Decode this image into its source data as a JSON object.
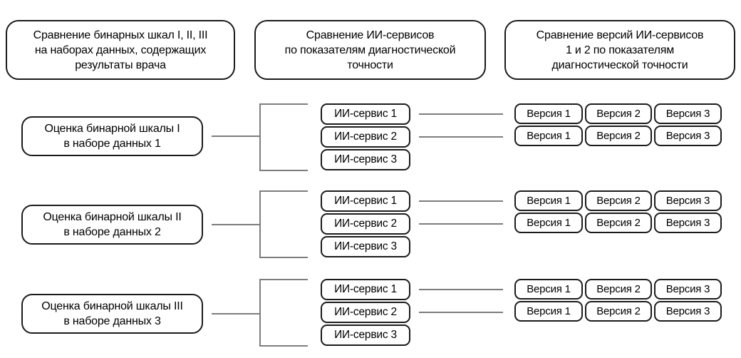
{
  "diagram": {
    "colors": {
      "background": "#ffffff",
      "box_border": "#1b1b1b",
      "connector_line": "#7d7d7d",
      "text": "#000000"
    },
    "headers": [
      {
        "lines": [
          "Сравнение бинарных шкал I, II, III",
          "на наборах данных, содержащих",
          "результаты врача"
        ]
      },
      {
        "lines": [
          "Сравнение ИИ-сервисов",
          "по показателям диагностической",
          "точности"
        ]
      },
      {
        "lines": [
          "Сравнение версий ИИ-сервисов",
          "1 и 2 по показателям",
          "диагностической точности"
        ]
      }
    ],
    "groups": [
      {
        "scale_box": {
          "lines": [
            "Оценка бинарной шкалы I",
            "в наборе данных 1"
          ]
        },
        "services": [
          "ИИ-сервис 1",
          "ИИ-сервис 2",
          "ИИ-сервис 3"
        ],
        "version_rows": [
          [
            "Версия 1",
            "Версия 2",
            "Версия 3"
          ],
          [
            "Версия 1",
            "Версия 2",
            "Версия 3"
          ]
        ]
      },
      {
        "scale_box": {
          "lines": [
            "Оценка бинарной шкалы II",
            "в наборе данных 2"
          ]
        },
        "services": [
          "ИИ-сервис 1",
          "ИИ-сервис 2",
          "ИИ-сервис 3"
        ],
        "version_rows": [
          [
            "Версия 1",
            "Версия 2",
            "Версия 3"
          ],
          [
            "Версия 1",
            "Версия 2",
            "Версия 3"
          ]
        ]
      },
      {
        "scale_box": {
          "lines": [
            "Оценка бинарной шкалы III",
            "в наборе данных 3"
          ]
        },
        "services": [
          "ИИ-сервис 1",
          "ИИ-сервис 2",
          "ИИ-сервис 3"
        ],
        "version_rows": [
          [
            "Версия 1",
            "Версия 2",
            "Версия 3"
          ],
          [
            "Версия 1",
            "Версия 2",
            "Версия 3"
          ]
        ]
      }
    ]
  }
}
